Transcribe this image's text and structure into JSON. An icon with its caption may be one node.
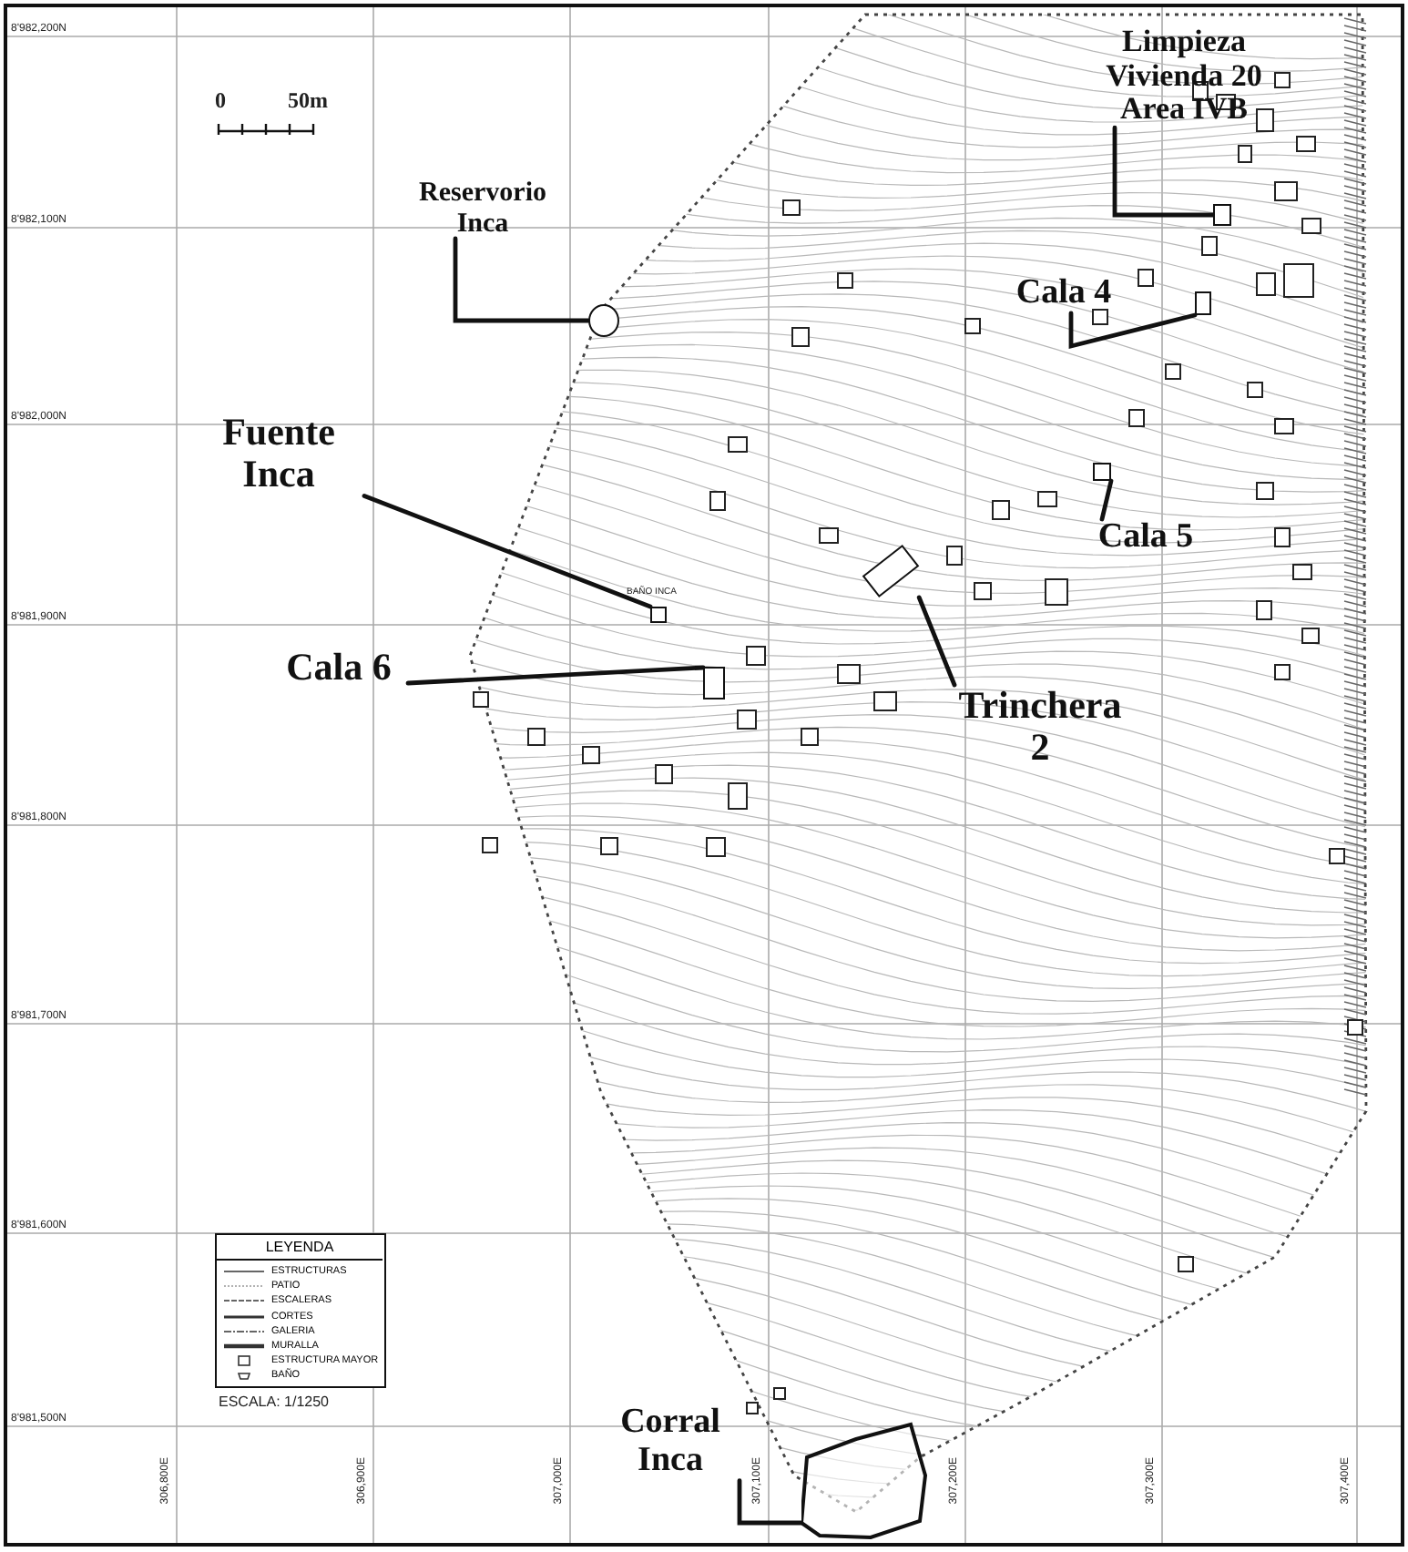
{
  "diagram": {
    "nodes": [
      {
        "text": [
          "Limpieza Vivienda 20 Area IVB"
        ]
      },
      {
        "text": [],
        "shape": "box"
      },
      {
        "text": [
          "Reservorio Inca"
        ]
      },
      {
        "text": [],
        "shape": "circle"
      },
      {
        "text": [
          "Cala 4"
        ]
      },
      {
        "text": [],
        "shape": "box"
      },
      {
        "text": [
          "Fuente Inca"
        ]
      },
      {
        "text": [],
        "shape": "box"
      },
      {
        "text": [
          "Cala 5"
        ]
      },
      {
        "text": [],
        "shape": "box"
      },
      {
        "text": [
          "Cala 6"
        ]
      },
      {
        "text": [],
        "shape": "box"
      },
      {
        "text": [
          "Trinchera 2"
        ]
      },
      {
        "text": [],
        "shape": "box"
      },
      {
        "text": [
          "Corral Inca"
        ]
      },
      {
        "text": [],
        "shape": "polygon"
      }
    ],
    "edges": [
      {
        "from": 0,
        "to": 1,
        "arrow": "none"
      },
      {
        "from": 2,
        "to": 3,
        "arrow": "none"
      },
      {
        "from": 4,
        "to": 5,
        "arrow": "none"
      },
      {
        "from": 6,
        "to": 7,
        "arrow": "none"
      },
      {
        "from": 8,
        "to": 9,
        "arrow": "none"
      },
      {
        "from": 10,
        "to": 11,
        "arrow": "none"
      },
      {
        "from": 12,
        "to": 13,
        "arrow": "none"
      },
      {
        "from": 14,
        "to": 15,
        "arrow": "none"
      }
    ],
    "labels": [
      "0",
      "50m",
      "8'982,200N",
      "8'982,100N",
      "8'982,000N",
      "BAÑO INCA",
      "8'981,900N",
      "8'981,800N",
      "8'981,700N",
      "8'981,600N",
      "LEYENDA",
      "ESCALA: 1/1250",
      "8'981,500N",
      "306,800E",
      "306,900E",
      "307,000E",
      "307,100E",
      "307,200E",
      "307,300E",
      "307,400E"
    ],
    "legend": [
      {
        "text": "ESTRUCTURAS"
      },
      {
        "text": "PATIO"
      },
      {
        "text": "ESCALERAS"
      },
      {
        "text": "CORTES"
      },
      {
        "text": "GALERIA"
      },
      {
        "text": "MURALLA"
      },
      {
        "text": "ESTRUCTURA MAYOR"
      },
      {
        "text": "BAÑO"
      }
    ]
  }
}
